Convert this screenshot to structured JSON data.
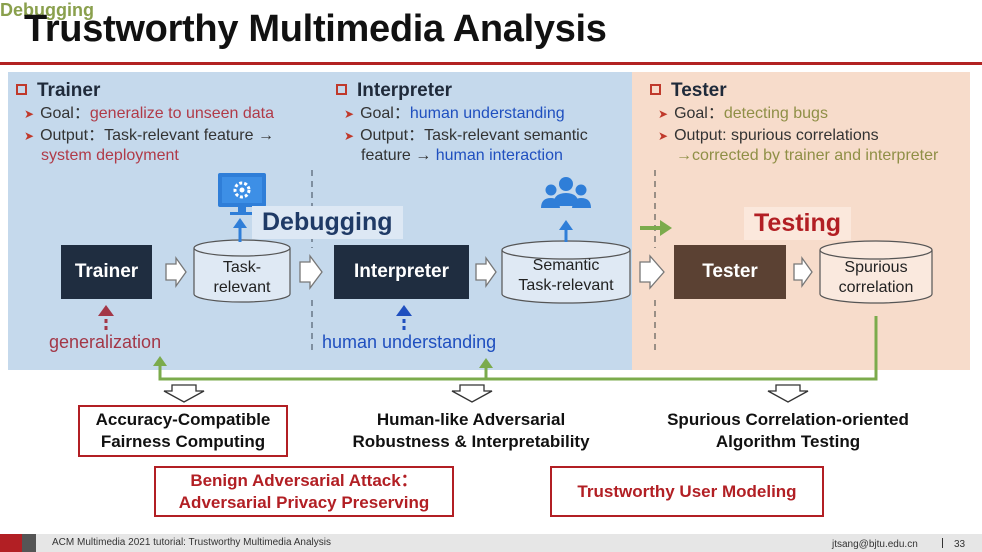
{
  "title": "Trustworthy Multimedia Analysis",
  "trainer": {
    "heading": "Trainer",
    "goal_label": "Goal：",
    "goal_value": "generalize to unseen data",
    "output_label": "Output：Task-relevant feature →",
    "output_value": "system deployment"
  },
  "interpreter": {
    "heading": "Interpreter",
    "goal_label": "Goal：",
    "goal_value": "human understanding",
    "output_label": "Output：Task-relevant semantic",
    "output_line2_prefix": "feature →",
    "output_value": "human interaction"
  },
  "tester": {
    "heading": "Tester",
    "goal_label": "Goal：",
    "goal_value": "detecting bugs",
    "output_label": "Output: spurious correlations",
    "output_value": "→corrected by trainer and interpreter"
  },
  "flow": {
    "trainer_node": "Trainer",
    "task_relevant_line1": "Task-",
    "task_relevant_line2": "relevant",
    "interpreter_node": "Interpreter",
    "semantic_line1": "Semantic",
    "semantic_line2": "Task-relevant",
    "tester_node": "Tester",
    "spurious_line1": "Spurious",
    "spurious_line2": "correlation",
    "debugging_big": "Debugging",
    "testing_big": "Testing",
    "generalization": "generalization",
    "human_understanding": "human understanding",
    "debugging_small": "Debugging"
  },
  "bottom": {
    "col1_line1": "Accuracy-Compatible",
    "col1_line2": "Fairness Computing",
    "col2_line1": "Human-like Adversarial",
    "col2_line2": "Robustness & Interpretability",
    "col3_line1": "Spurious Correlation-oriented",
    "col3_line2": "Algorithm Testing",
    "box_a_line1": "Benign Adversarial Attack：",
    "box_a_line2": "Adversarial Privacy Preserving",
    "box_b": "Trustworthy User Modeling"
  },
  "footer": {
    "text": "ACM Multimedia 2021 tutorial: Trustworthy Multimedia Analysis",
    "email": "jtsang@bjtu.edu.cn",
    "page": "33"
  },
  "colors": {
    "panel_left": "#c5d9ec",
    "panel_right": "#f7dccb",
    "accent_red": "#b21f24",
    "node_dark": "#1f2d40",
    "node_brown": "#5b4133",
    "green_arrow": "#7bab4c",
    "blue_arrow": "#2f7ed8"
  }
}
